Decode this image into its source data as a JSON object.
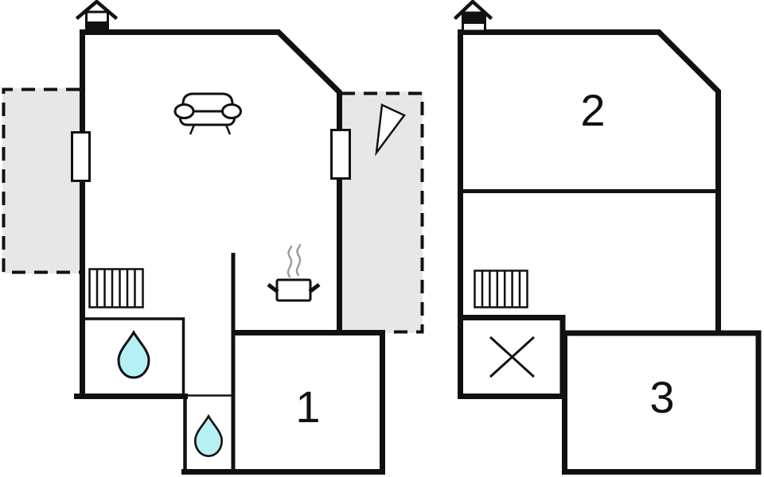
{
  "left_plan": {
    "rooms": [
      {
        "label": "1"
      }
    ],
    "icons": [
      "chimney-icon",
      "sofa-icon",
      "window-icon",
      "window-icon",
      "radiator-icon",
      "stove-pot-icon",
      "steam-icon",
      "water-drop-icon",
      "water-drop-icon",
      "door-swing-triangle-icon"
    ],
    "areas": [
      "terrace-left-dashed",
      "terrace-right-dashed"
    ]
  },
  "right_plan": {
    "rooms": [
      {
        "label": "2"
      },
      {
        "label": "3"
      }
    ],
    "icons": [
      "chimney-icon",
      "radiator-icon",
      "skylight-cross-icon"
    ]
  },
  "colors": {
    "line": "#111111",
    "terrace": "#e7e7e7",
    "drop": "#b5f0f4",
    "steam": "#9c9c9c",
    "bg": "#ffffff"
  }
}
